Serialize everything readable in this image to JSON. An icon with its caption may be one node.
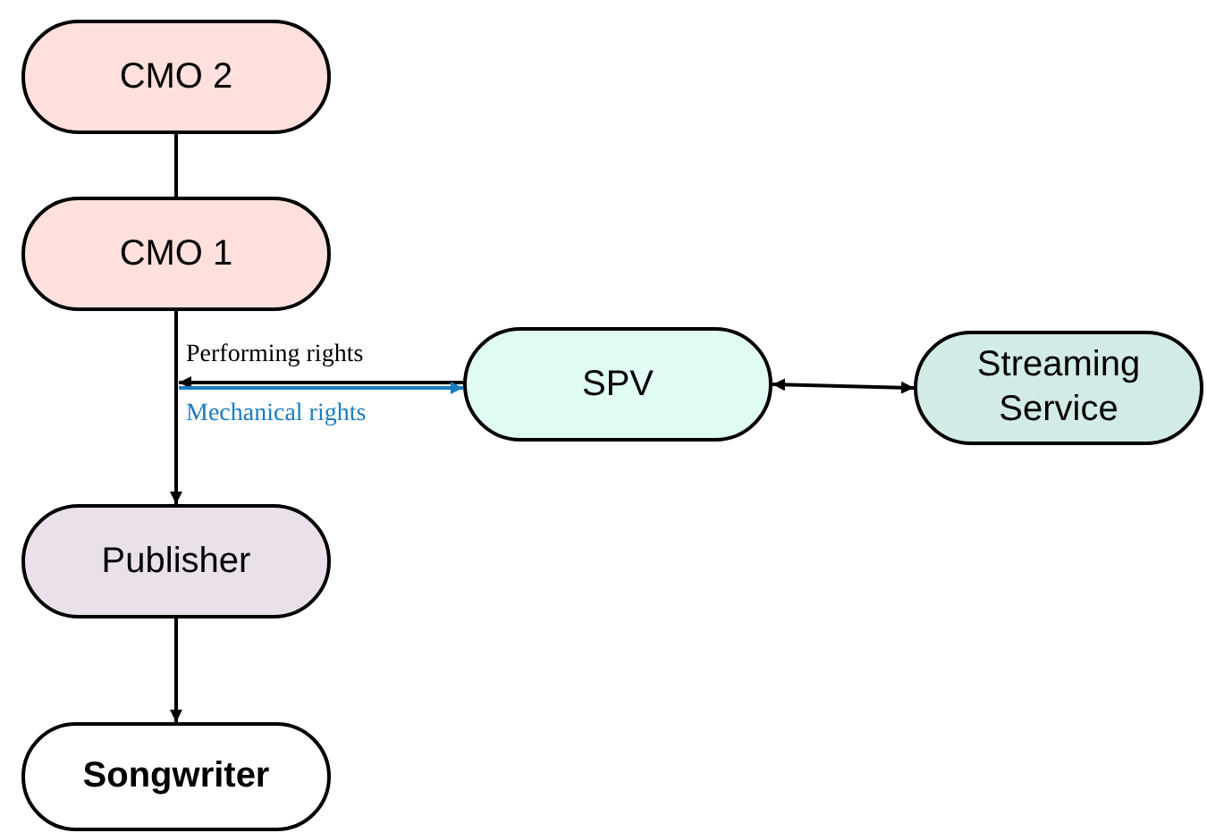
{
  "diagram": {
    "nodes": [
      {
        "text": [
          "CMO 2"
        ]
      },
      {
        "text": [
          "CMO 1"
        ]
      },
      {
        "text": [
          "SPV"
        ]
      },
      {
        "text": [
          "Streaming Service"
        ]
      },
      {
        "text": [
          "Publisher"
        ]
      },
      {
        "text": [
          "Songwriter"
        ]
      }
    ],
    "edges": [
      {
        "from": 0,
        "to": 1,
        "arrow": "none"
      },
      {
        "from": 1,
        "to": 4,
        "arrow": "to"
      },
      {
        "from": 2,
        "to": null,
        "arrow": "to",
        "label": "Performing rights"
      },
      {
        "from": null,
        "to": 2,
        "arrow": "to",
        "label": "Mechanical rights",
        "color": "#1a7dc0"
      },
      {
        "from": 2,
        "to": 3,
        "arrow": "both"
      },
      {
        "from": 4,
        "to": 5,
        "arrow": "to"
      }
    ]
  }
}
